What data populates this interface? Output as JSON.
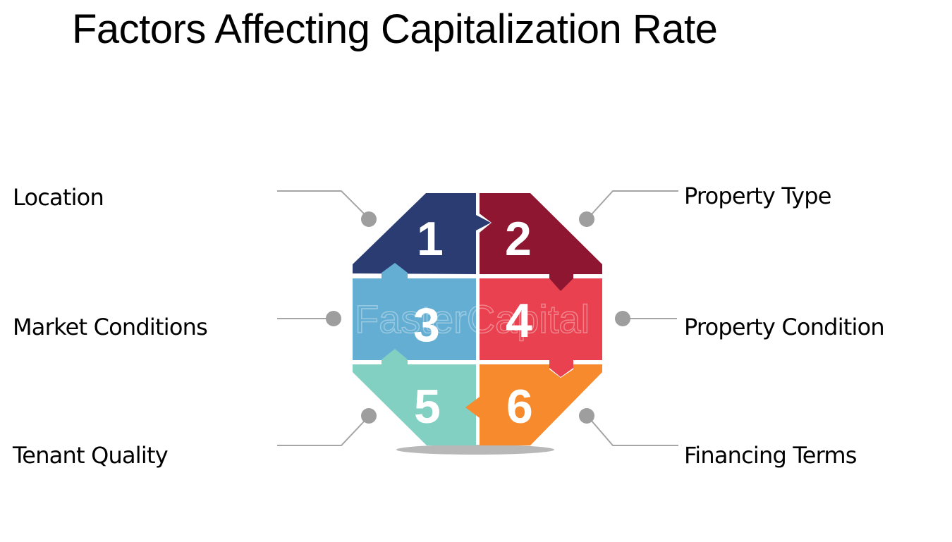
{
  "title": "Factors Affecting Capitalization Rate",
  "watermark": "FasterCapital",
  "colors": {
    "piece1": "#2a3c72",
    "piece2": "#8e1630",
    "piece3": "#65aed3",
    "piece4": "#e9414f",
    "piece5": "#82d0c2",
    "piece6": "#f68a2c",
    "connector": "#a5a5a5",
    "dot": "#9e9e9e",
    "numbers": "#ffffff"
  },
  "pieces": [
    {
      "number": "1",
      "label": "Location",
      "side": "left"
    },
    {
      "number": "2",
      "label": "Property Type",
      "side": "right"
    },
    {
      "number": "3",
      "label": "Market Conditions",
      "side": "left"
    },
    {
      "number": "4",
      "label": "Property Condition",
      "side": "right"
    },
    {
      "number": "5",
      "label": "Tenant Quality",
      "side": "left"
    },
    {
      "number": "6",
      "label": "Financing Terms",
      "side": "right"
    }
  ]
}
